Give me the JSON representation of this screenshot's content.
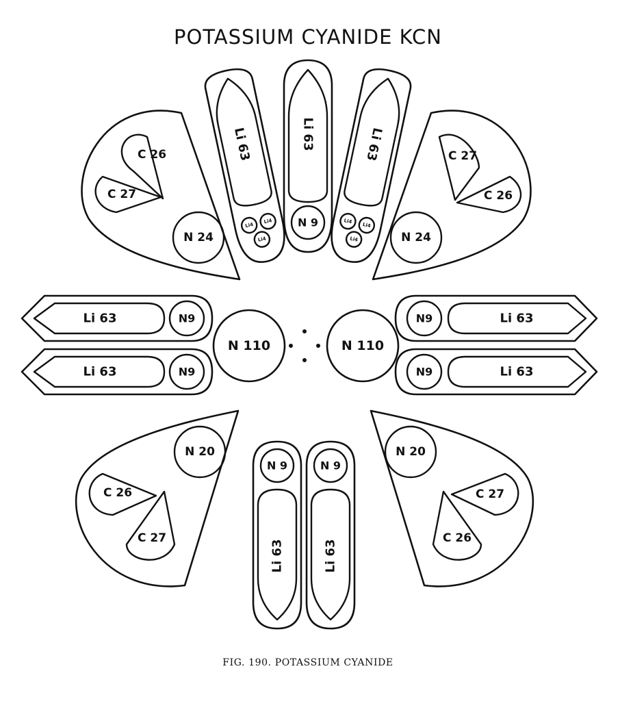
{
  "title": "POTASSIUM CYANIDE KCN",
  "caption": "FIG. 190. POTASSIUM CYANIDE",
  "labels": {
    "li63": "Li 63",
    "li4": "Li4",
    "n9": "N9",
    "n9s": "N 9",
    "n24": "N 24",
    "n20": "N 20",
    "n110": "N 110",
    "c26": "C 26",
    "c27": "C 27"
  }
}
